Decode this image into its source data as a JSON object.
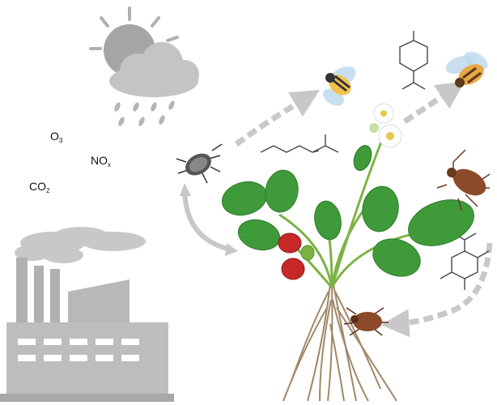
{
  "pollutants": [
    {
      "base": "O",
      "sub": "3"
    },
    {
      "base": "NO",
      "sub": "x"
    },
    {
      "base": "CO",
      "sub": "2"
    }
  ],
  "colors": {
    "gray": "#bdbdbd",
    "dark_gray": "#9e9e9e",
    "leaf": "#3f9a3a",
    "leaf_dark": "#2e7a2a",
    "stem": "#7cb342",
    "berry": "#c62828",
    "root": "#a08868",
    "bee_yellow": "#f2c14e",
    "beetle_brown": "#8d4a2a"
  },
  "icons": [
    "cloud-rain-icon",
    "factory-icon",
    "aphid-icon",
    "bee-icon",
    "weevil-icon",
    "beetle-icon",
    "strawberry-plant-icon",
    "molecule-icon"
  ]
}
